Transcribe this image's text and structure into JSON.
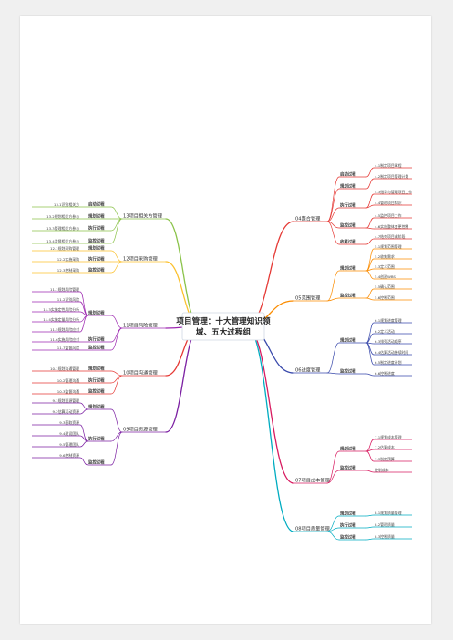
{
  "central": {
    "line1": "项目管理：十大管理知识领",
    "line2": "域、五大过程组"
  },
  "colors": {
    "b04": "#e53935",
    "b05": "#fb8c00",
    "b06": "#3949ab",
    "b07": "#d81b60",
    "b08": "#00acc1",
    "b13": "#8bc34a",
    "b12": "#fbc02d",
    "b11": "#9c27b0",
    "b10": "#e53935",
    "b09": "#7b1fa2"
  },
  "branches": [
    {
      "id": "b04",
      "label": "04整合管理",
      "groups": [
        {
          "label": "启动过程",
          "leaves": [
            "4.1制定项目章程"
          ]
        },
        {
          "label": "规划过程",
          "leaves": [
            "4.2制定项目管理计划"
          ]
        },
        {
          "label": "执行过程",
          "leaves": [
            "4.3指导与管理项目工作",
            "4.4管理项目知识"
          ]
        },
        {
          "label": "监控过程",
          "leaves": [
            "4.5监控项目工作",
            "4.6实施整体变更控制"
          ]
        },
        {
          "label": "收尾过程",
          "leaves": [
            "4.7结束项目或阶段"
          ]
        }
      ]
    },
    {
      "id": "b05",
      "label": "05范围管理",
      "groups": [
        {
          "label": "规划过程",
          "leaves": [
            "5.1规划范围管理",
            "5.2收集需求",
            "5.3定义范围",
            "5.4创建WBS"
          ]
        },
        {
          "label": "监控过程",
          "leaves": [
            "5.5确认范围",
            "5.6控制范围"
          ]
        }
      ]
    },
    {
      "id": "b06",
      "label": "06进度管理",
      "groups": [
        {
          "label": "规划过程",
          "leaves": [
            "6.1规划进度管理",
            "6.2定义活动",
            "6.3排列活动顺序",
            "6.4估算活动持续时间",
            "6.5制定进度计划"
          ]
        },
        {
          "label": "监控过程",
          "leaves": [
            "6.6控制进度"
          ]
        }
      ]
    },
    {
      "id": "b07",
      "label": "07项目成本管理",
      "groups": [
        {
          "label": "规划过程",
          "leaves": [
            "7.1规划成本管理",
            "7.2估算成本",
            "7.3制定预算"
          ]
        },
        {
          "label": "监控过程",
          "leaves": [
            "控制成本"
          ]
        }
      ]
    },
    {
      "id": "b08",
      "label": "08项目质量管理",
      "groups": [
        {
          "label": "规划过程",
          "leaves": [
            "8.1规划质量管理"
          ]
        },
        {
          "label": "执行过程",
          "leaves": [
            "8.2管理质量"
          ]
        },
        {
          "label": "监控过程",
          "leaves": [
            "8.3控制质量"
          ]
        }
      ]
    },
    {
      "id": "b13",
      "label": "13项目相关方管理",
      "groups": [
        {
          "label": "启动过程",
          "leaves": [
            "13.1识别相关方"
          ]
        },
        {
          "label": "规划过程",
          "leaves": [
            "13.2规划相关方参与"
          ]
        },
        {
          "label": "执行过程",
          "leaves": [
            "13.3管理相关方参与"
          ]
        },
        {
          "label": "监控过程",
          "leaves": [
            "13.4监督相关方参与"
          ]
        }
      ]
    },
    {
      "id": "b12",
      "label": "12项目采购管理",
      "groups": [
        {
          "label": "规划过程",
          "leaves": [
            "12.1规划采购管理"
          ]
        },
        {
          "label": "执行过程",
          "leaves": [
            "12.2实施采购"
          ]
        },
        {
          "label": "监控过程",
          "leaves": [
            "12.3控制采购"
          ]
        }
      ]
    },
    {
      "id": "b11",
      "label": "11项目风险管理",
      "groups": [
        {
          "label": "规划过程",
          "leaves": [
            "11.1规划风险管理",
            "11.2识别风险",
            "11.3实施定性风险分析",
            "11.4实施定量风险分析",
            "11.5规划风险应对"
          ]
        },
        {
          "label": "执行过程",
          "leaves": [
            "11.6实施风险应对"
          ]
        },
        {
          "label": "监控过程",
          "leaves": [
            "11.7监督风险"
          ]
        }
      ]
    },
    {
      "id": "b10",
      "label": "10项目沟通管理",
      "groups": [
        {
          "label": "规划过程",
          "leaves": [
            "10.1规划沟通管理"
          ]
        },
        {
          "label": "执行过程",
          "leaves": [
            "10.2管理沟通"
          ]
        },
        {
          "label": "监控过程",
          "leaves": [
            "10.3监督沟通"
          ]
        }
      ]
    },
    {
      "id": "b09",
      "label": "09项目资源管理",
      "groups": [
        {
          "label": "规划过程",
          "leaves": [
            "9.1规划资源管理",
            "9.2估算活动资源"
          ]
        },
        {
          "label": "执行过程",
          "leaves": [
            "9.3获取资源",
            "9.4建设团队",
            "9.5管理团队"
          ]
        },
        {
          "label": "监控过程",
          "leaves": [
            "9.6控制资源"
          ]
        }
      ]
    }
  ]
}
